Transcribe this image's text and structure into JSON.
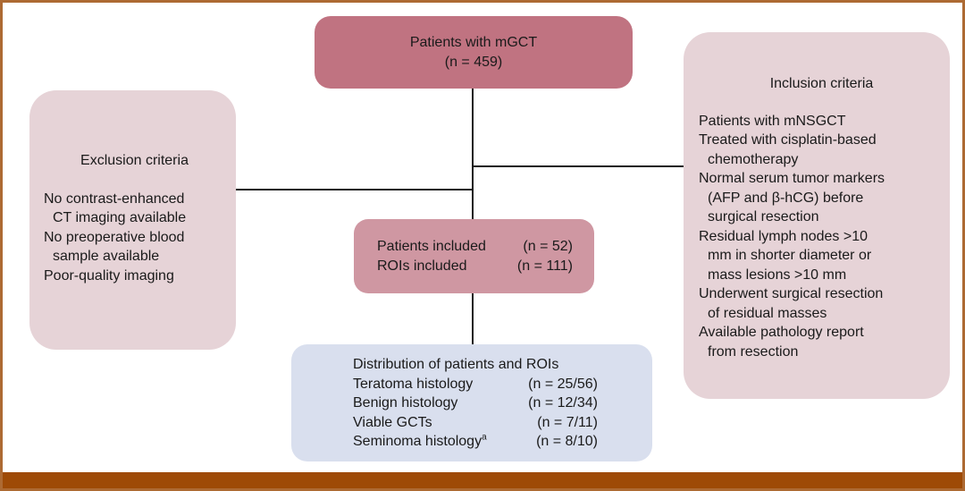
{
  "palette": {
    "frame_border": "#ad6a33",
    "frame_bar": "#9e4a06",
    "rose_dark": "#c07381",
    "rose_mid": "#cf97a2",
    "pink_pale": "#e6d3d7",
    "blue_pale": "#d9dfee",
    "line_color": "#1a1a1a"
  },
  "top_box": {
    "line1": "Patients with mGCT",
    "line2": "(n = 459)"
  },
  "exclusion": {
    "heading": "Exclusion criteria",
    "lines": [
      {
        "text": "No contrast-enhanced"
      },
      {
        "text": "CT imaging available"
      },
      {
        "text": "No preoperative blood"
      },
      {
        "text": "sample available"
      },
      {
        "text": "Poor-quality imaging"
      }
    ]
  },
  "inclusion": {
    "heading": "Inclusion criteria",
    "lines": [
      {
        "text": "Patients with mNSGCT"
      },
      {
        "text": "Treated with cisplatin-based"
      },
      {
        "text": "chemotherapy"
      },
      {
        "text": "Normal serum tumor markers"
      },
      {
        "text": "(AFP and β-hCG) before"
      },
      {
        "text": "surgical resection"
      },
      {
        "text": "Residual lymph nodes >10"
      },
      {
        "text": "mm in shorter diameter or"
      },
      {
        "text": "mass lesions >10 mm"
      },
      {
        "text": "Underwent surgical resection"
      },
      {
        "text": "of residual masses"
      },
      {
        "text": "Available pathology report"
      },
      {
        "text": "from resection"
      }
    ]
  },
  "included_box": {
    "rows": [
      {
        "label": "Patients included",
        "value": "(n = 52)"
      },
      {
        "label": "ROIs included",
        "value": "(n = 111)"
      }
    ]
  },
  "distribution": {
    "title": "Distribution of patients and ROIs",
    "rows": [
      {
        "label": "Teratoma histology",
        "value": "(n = 25/56)"
      },
      {
        "label": "Benign histology",
        "value": "(n = 12/34)"
      },
      {
        "label": "Viable GCTs",
        "value": "(n = 7/11)"
      },
      {
        "label": "Seminoma histology",
        "sup": "a",
        "value": "(n = 8/10)"
      }
    ]
  }
}
